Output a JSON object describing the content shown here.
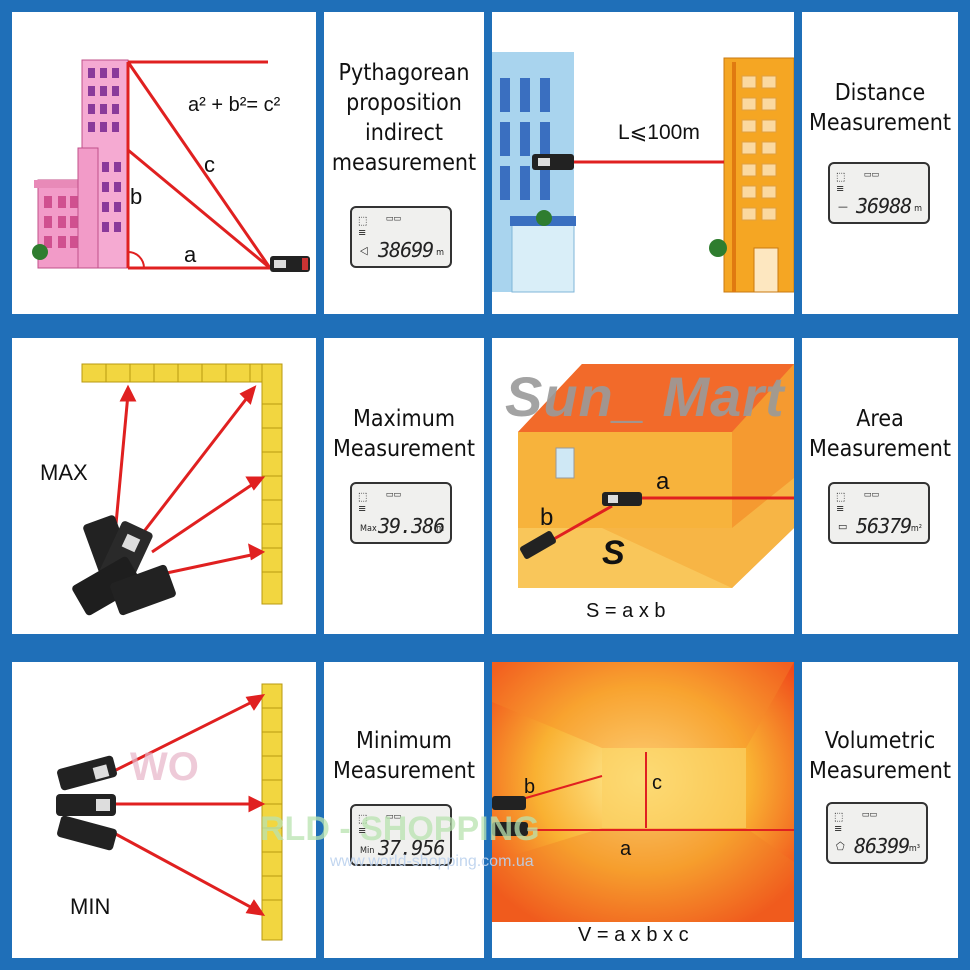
{
  "panels": {
    "pythagorean": {
      "title_lines": [
        "Pythagorean",
        "proposition",
        "indirect",
        "measurement"
      ],
      "formula": "a² + b²= c²",
      "label_a": "a",
      "label_b": "b",
      "label_c": "c",
      "lcd": {
        "prefix": "◁",
        "value": "38699",
        "unit": "m"
      }
    },
    "distance": {
      "title_lines": [
        "Distance",
        "Measurement"
      ],
      "range": "L⩽100m",
      "lcd": {
        "prefix": "—",
        "value": "36988",
        "unit": "m"
      }
    },
    "maximum": {
      "title_lines": [
        "Maximum",
        "Measurement"
      ],
      "tag": "MAX",
      "lcd": {
        "prefix": "Max",
        "value": "39.386",
        "unit": "m"
      }
    },
    "area": {
      "title_lines": [
        "Area",
        "Measurement"
      ],
      "formula": "S = a x b",
      "label_a": "a",
      "label_b": "b",
      "label_s": "S",
      "lcd": {
        "prefix": "▭",
        "value": "56379",
        "unit": "m²"
      }
    },
    "minimum": {
      "title_lines": [
        "Minimum",
        "Measurement"
      ],
      "tag": "MIN",
      "lcd": {
        "prefix": "Min",
        "value": "37.956",
        "unit": ""
      }
    },
    "volume": {
      "title_lines": [
        "Volumetric",
        "Measurement"
      ],
      "formula": "V = a x b x c",
      "label_a": "a",
      "label_b": "b",
      "label_c": "c",
      "lcd": {
        "prefix": "⬠",
        "value": "86399",
        "unit": "m³"
      }
    }
  },
  "watermarks": {
    "brand": "Sun_ Mart",
    "world_w": "WO",
    "world_shopping": "RLD - SHOPPING",
    "world_url": "www.world-shopping.com.ua"
  },
  "lcd_common": {
    "icon_top": "⬚",
    "icon_mid": "≡",
    "battery": "▭▭"
  },
  "colors": {
    "frame": "#1f6fb8",
    "laser": "#e02020",
    "brick": "#f2d640",
    "wall_orange": "#f5a623"
  }
}
